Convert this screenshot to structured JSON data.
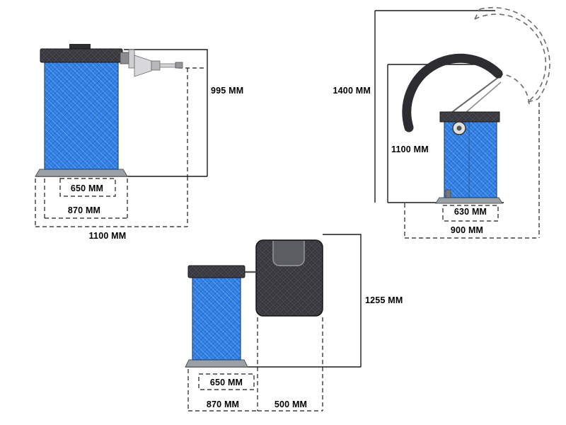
{
  "colors": {
    "machine_blue": "#2e7fe8",
    "machine_dark": "#35353b",
    "base_gray": "#9aa0a6",
    "line_black": "#1a1a1a"
  },
  "views": {
    "side": {
      "dims": {
        "height": "995 MM",
        "inner_width": "650 MM",
        "mid_width": "870 MM",
        "outer_width": "1100 MM"
      }
    },
    "hood_open": {
      "dims": {
        "total_height": "1400 MM",
        "body_height": "1100 MM",
        "inner_width": "630 MM",
        "outer_width": "900 MM"
      }
    },
    "front": {
      "dims": {
        "height": "1255 MM",
        "inner_width": "650 MM",
        "mid_width": "870 MM",
        "tray_width": "500 MM"
      }
    }
  }
}
